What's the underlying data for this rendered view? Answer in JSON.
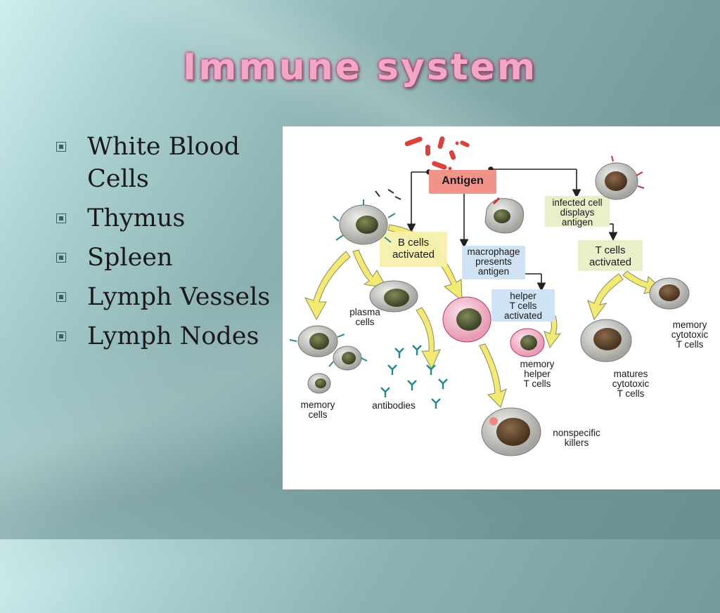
{
  "slide": {
    "title": "Immune system",
    "bullets": [
      "White Blood Cells",
      "Thymus",
      "Spleen",
      "Lymph Vessels",
      "Lymph Nodes"
    ]
  },
  "diagram": {
    "antigen": "Antigen",
    "b_cells": "B cells\nactivated",
    "macrophage": "macrophage\npresents\nantigen",
    "infected_cell": "infected cell\ndisplays\nantigen",
    "t_cells": "T cells\nactivated",
    "helper_t": "helper\nT cells\nactivated",
    "plasma_cells": "plasma\ncells",
    "memory_helper": "memory\nhelper\nT cells",
    "matures_cytotoxic": "matures\ncytotoxic\nT cells",
    "memory_cytotoxic": "memory\ncytotoxic\nT cells",
    "memory_cells": "memory\ncells",
    "antibodies": "antibodies",
    "nonspecific_killers": "nonspecific\nkillers"
  },
  "colors": {
    "title": "#f2a7c4",
    "antigen_box": "#f2938a",
    "b_cells_box": "#f5f0a8",
    "blue_box": "#cfe3f5",
    "green_box": "#e9f0c9",
    "arrow_yellow": "#f2ea72",
    "background": "#7fa4a4"
  }
}
